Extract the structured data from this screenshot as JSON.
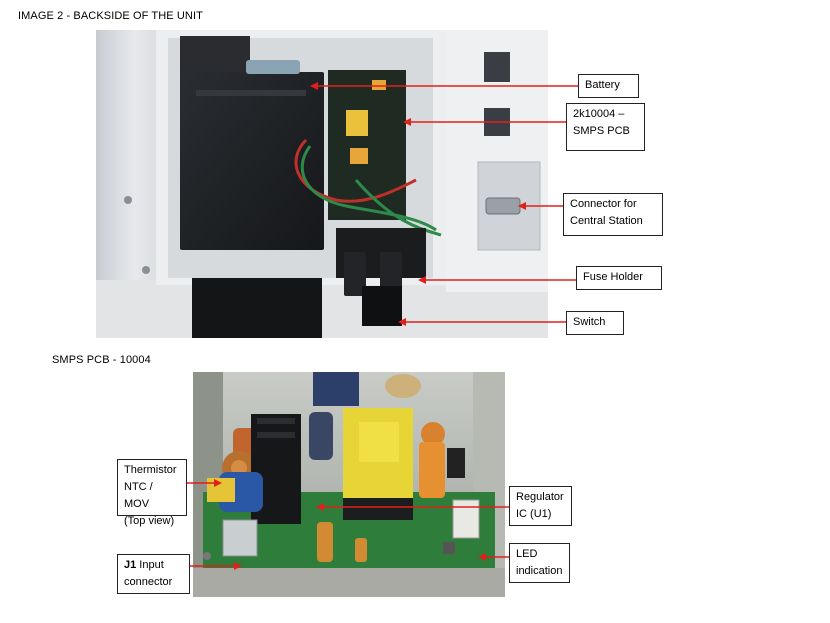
{
  "section1": {
    "title": "IMAGE 2 - BACKSIDE OF THE UNIT"
  },
  "section2": {
    "title": "SMPS PCB - 10004"
  },
  "callouts_top": {
    "battery": "Battery",
    "smps_line1": "2k10004 –",
    "smps_line2": "SMPS PCB",
    "connector_line1": "Connector for",
    "connector_line2": "Central Station",
    "fuse": "Fuse Holder",
    "switch": "Switch"
  },
  "callouts_bottom": {
    "thermistor_line1": "Thermistor",
    "thermistor_line2": "NTC / MOV",
    "thermistor_line3": "(Top view)",
    "j1_bold": "J1",
    "j1_rest": " Input",
    "j1_line2": "connector",
    "regulator_line1": "Regulator",
    "regulator_line2": "IC (U1)",
    "led_line1": "LED",
    "led_line2": "indication"
  },
  "colors": {
    "arrow": "#e0201b",
    "label_border": "#222222"
  }
}
